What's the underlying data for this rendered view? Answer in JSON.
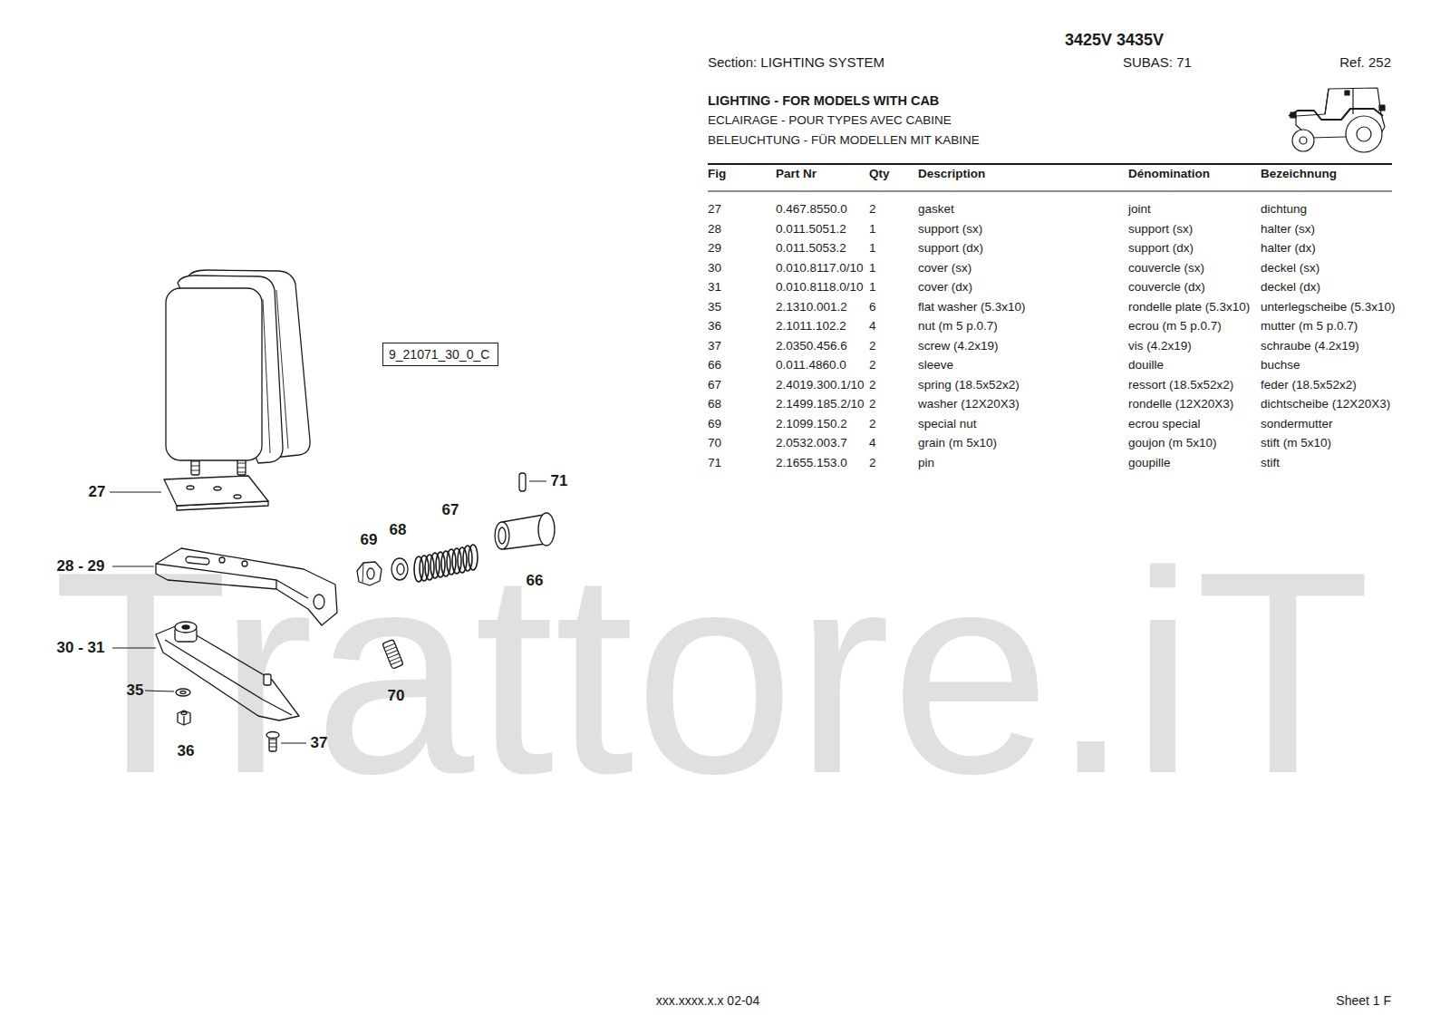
{
  "diagram": {
    "nodes": [
      {
        "text": [
          "9_21071_30_0_C"
        ]
      }
    ],
    "labels": [
      "3425V 3435V",
      "Section: LIGHTING SYSTEM",
      "SUBAS: 71",
      "Ref. 252",
      "LIGHTING - FOR MODELS WITH CAB",
      "ECLAIRAGE - POUR TYPES AVEC CABINE",
      "BELEUCHTUNG - FÜR MODELLEN MIT KABINE",
      "Fig",
      "Part Nr",
      "Qty",
      "Description",
      "Dénomination",
      "Bezeichnung",
      "27",
      "0.467.8550.0",
      "2",
      "gasket",
      "joint",
      "dichtung",
      "28",
      "0.011.5051.2",
      "1",
      "support (sx)",
      "support (sx)",
      "halter (sx)",
      "29",
      "0.011.5053.2",
      "1",
      "support (dx)",
      "support (dx)",
      "halter (dx)",
      "30",
      "0.010.8117.0/10",
      "1",
      "cover (sx)",
      "couvercle (sx)",
      "deckel (sx)",
      "31",
      "0.010.8118.0/10",
      "1",
      "cover (dx)",
      "couvercle (dx)",
      "deckel (dx)",
      "35",
      "2.1310.001.2",
      "6",
      "flat washer (5.3x10)",
      "rondelle plate (5.3x10)",
      "unterlegscheibe (5.3x10)",
      "36",
      "2.1011.102.2",
      "4",
      "nut (m 5 p.0.7)",
      "ecrou (m 5 p.0.7)",
      "mutter (m 5 p.0.7)",
      "37",
      "2.0350.456.6",
      "2",
      "screw (4.2x19)",
      "vis (4.2x19)",
      "schraube (4.2x19)",
      "66",
      "0.011.4860.0",
      "2",
      "sleeve",
      "douille",
      "buchse",
      "67",
      "2.4019.300.1/10",
      "2",
      "spring (18.5x52x2)",
      "ressort (18.5x52x2)",
      "feder (18.5x52x2)",
      "68",
      "2.1499.185.2/10",
      "2",
      "washer (12X20X3)",
      "rondelle (12X20X3)",
      "dichtscheibe (12X20X3)",
      "69",
      "2.1099.150.2",
      "2",
      "special nut",
      "ecrou special",
      "sondermutter",
      "70",
      "2.0532.003.7",
      "4",
      "grain (m 5x10)",
      "goujon (m 5x10)",
      "stift (m 5x10)",
      "71",
      "2.1655.153.0",
      "2",
      "pin",
      "goupille",
      "stift",
      "27",
      "28 - 29",
      "30 - 31",
      "35",
      "36",
      "37",
      "69",
      "68",
      "67",
      "71",
      "66",
      "70",
      "Trattore.iT",
      "xxx.xxxx.x.x 02-04",
      "Sheet 1 F"
    ]
  }
}
